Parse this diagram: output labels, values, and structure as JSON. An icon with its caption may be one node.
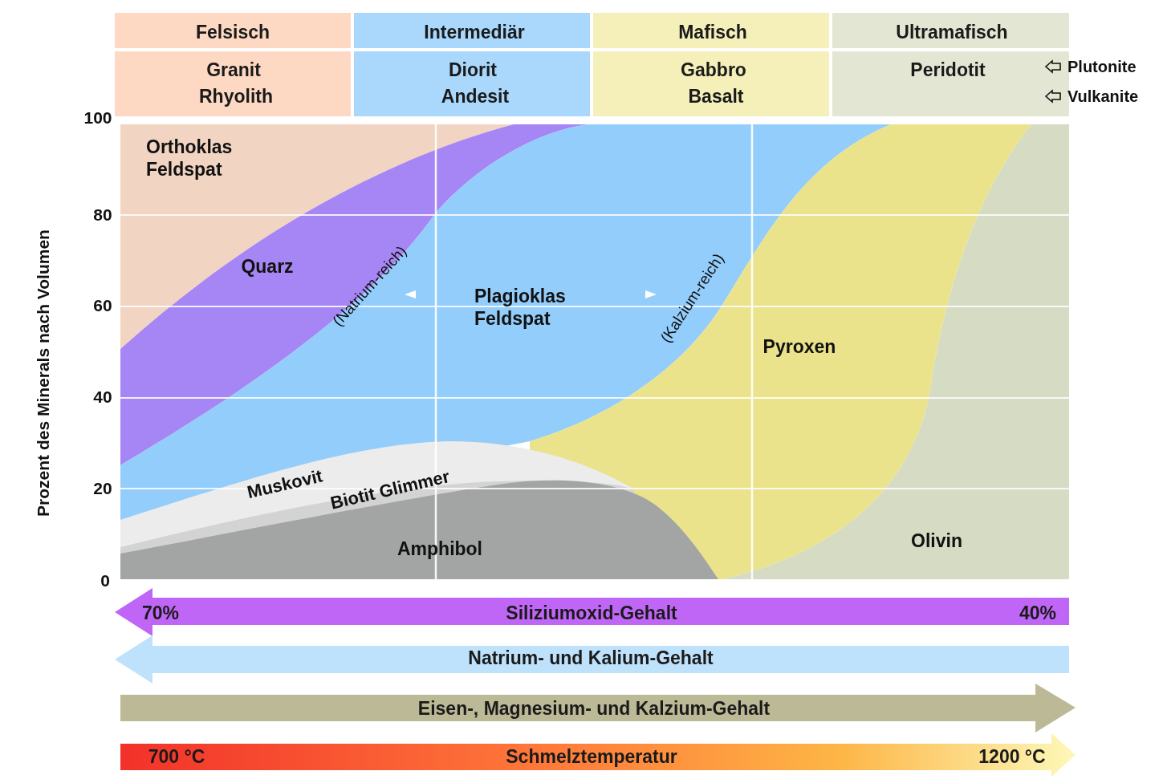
{
  "diagram": {
    "nodes": [
      {
        "text": [
          "Felsisch"
        ]
      },
      {
        "text": [
          "Intermediär"
        ]
      },
      {
        "text": [
          "Mafisch"
        ]
      },
      {
        "text": [
          "Ultramafisch"
        ]
      },
      {
        "text": [
          "Granit",
          "Rhyolith"
        ]
      },
      {
        "text": [
          "Diorit",
          "Andesit"
        ]
      },
      {
        "text": [
          "Gabbro",
          "Basalt"
        ]
      },
      {
        "text": [
          "Peridotit"
        ]
      },
      {
        "text": [
          "70%",
          "Siliziumoxid-Gehalt",
          "40%"
        ]
      },
      {
        "text": [
          "Natrium- und Kalium-Gehalt"
        ]
      },
      {
        "text": [
          "Eisen-, Magnesium- und Kalzium-Gehalt"
        ]
      },
      {
        "text": [
          "700 °C",
          "Schmelztemperatur",
          "1200 °C"
        ]
      }
    ],
    "labels": [
      "Plutonite",
      "Vulkanite",
      "100",
      "Orthoklas Feldspat",
      "80",
      "Quarz",
      "(Natrium-reich)",
      "Plagioklas Feldspat",
      "(Kalzium-reich)",
      "60",
      "Pyroxen",
      "40",
      "20",
      "Muskovit",
      "Biotit Glimmer",
      "Olivin",
      "Amphibol",
      "0",
      "Prozent des Minerals nach Volumen"
    ]
  }
}
